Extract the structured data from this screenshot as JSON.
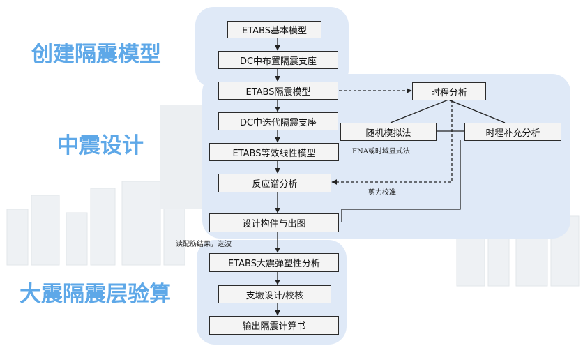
{
  "stages": {
    "create": "创建隔震模型",
    "medium": "中震设计",
    "large": "大震隔震层验算"
  },
  "flow": {
    "etabs_base": "ETABS基本模型",
    "dc_place": "DC中布置隔震支座",
    "etabs_iso": "ETABS隔震模型",
    "dc_iter": "DC中迭代隔震支座",
    "etabs_equiv": "ETABS等效线性模型",
    "response_spectrum": "反应谱分析",
    "design_members": "设计构件与出图",
    "etabs_large": "ETABS大震弹塑性分析",
    "pier_design": "支墩设计/校核",
    "output_calc": "输出隔震计算书",
    "time_history": "时程分析",
    "random_sim": "随机模拟法",
    "th_supplement": "时程补充分析"
  },
  "notes": {
    "fna": "FNA或时域显式法",
    "shear": "剪力校准",
    "read_rebar": "读配筋结果，选波"
  },
  "colors": {
    "panel": "#dfe9f7",
    "stage_text": "#5ea8e8",
    "box_border": "#2b2b2b",
    "box_fill": "#f4f4f4"
  }
}
